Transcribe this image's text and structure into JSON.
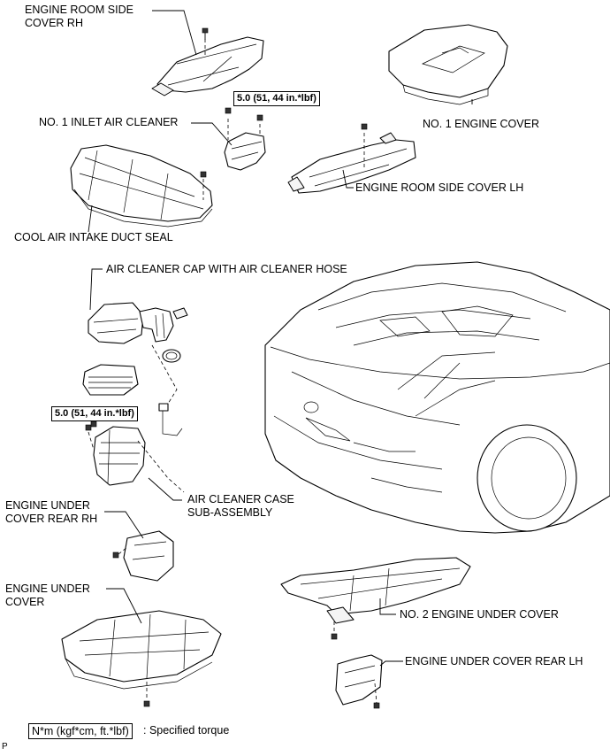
{
  "labels": {
    "engine_room_side_cover_rh": [
      "ENGINE ROOM SIDE",
      "COVER RH"
    ],
    "no1_engine_cover": "NO. 1 ENGINE COVER",
    "no1_inlet_air_cleaner": "NO. 1 INLET AIR CLEANER",
    "engine_room_side_cover_lh": "ENGINE ROOM SIDE COVER LH",
    "cool_air_intake_duct_seal": "COOL AIR INTAKE DUCT SEAL",
    "air_cleaner_cap": "AIR CLEANER CAP WITH AIR CLEANER HOSE",
    "air_cleaner_case": [
      "AIR CLEANER CASE",
      "SUB-ASSEMBLY"
    ],
    "engine_under_cover_rear_rh": [
      "ENGINE UNDER",
      "COVER REAR RH"
    ],
    "engine_under_cover": [
      "ENGINE UNDER",
      "COVER"
    ],
    "no2_engine_under_cover": "NO. 2 ENGINE UNDER COVER",
    "engine_under_cover_rear_lh": "ENGINE UNDER COVER REAR LH"
  },
  "torque": {
    "inlet_air_cleaner": "5.0 (51, 44 in.*lbf)",
    "air_cleaner_case": "5.0 (51, 44 in.*lbf)"
  },
  "legend": {
    "box": "N*m (kgf*cm, ft.*lbf)",
    "text": ": Specified torque"
  },
  "figure_code": "P"
}
